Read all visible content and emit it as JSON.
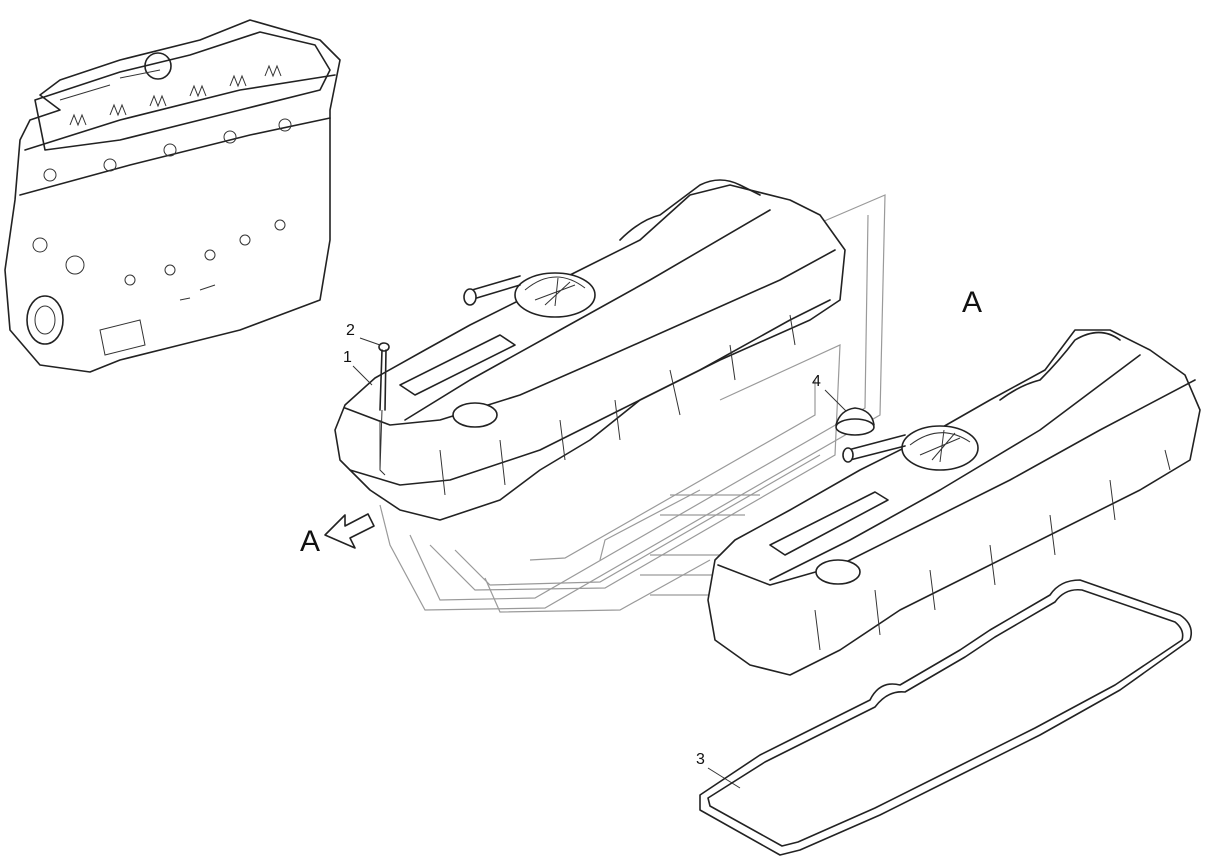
{
  "callouts": {
    "item_1": "1",
    "item_2": "2",
    "item_3": "3",
    "item_4": "4"
  },
  "view": {
    "arrow_letter": "A",
    "detail_letter": "A"
  },
  "caption": "",
  "colors": {
    "line": "#222222",
    "flow_outline": "#9a9a9a",
    "background": "#ffffff"
  }
}
